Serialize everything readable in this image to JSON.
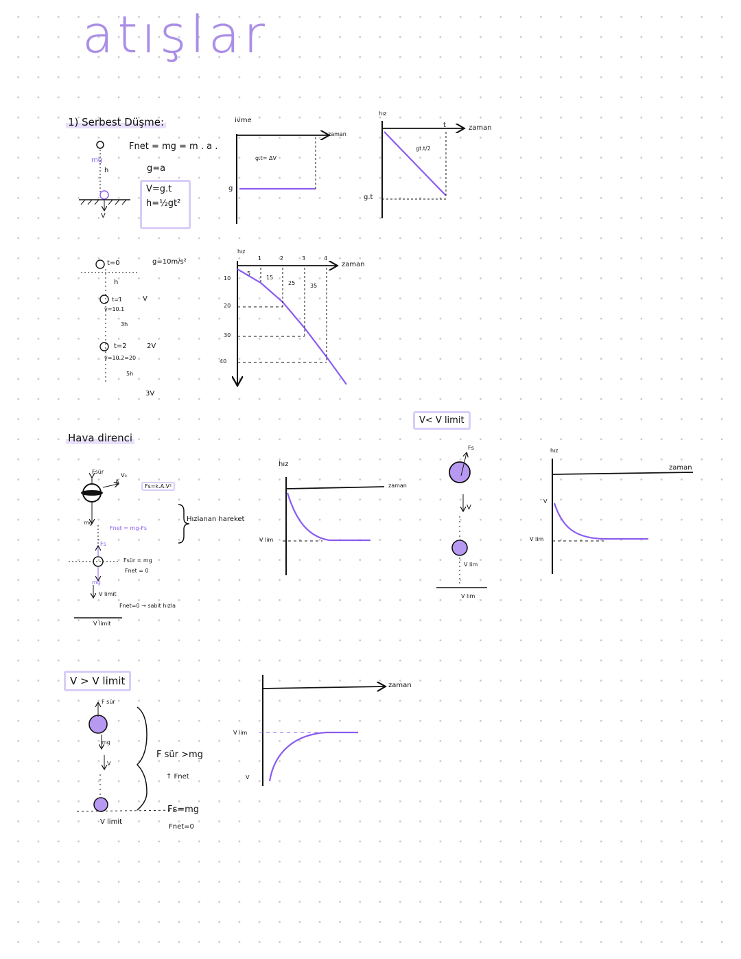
{
  "title": "atışlar",
  "colors": {
    "accent": "#8a5cf0",
    "highlight": "#e9e1fb",
    "box": "#d9cdf7"
  },
  "s1": {
    "heading": "1) Serbest Düşme:",
    "eq_net": "Fnet = mg = m . a .",
    "mg": "mg",
    "h": "h",
    "v": "V",
    "g_eq": "g=a",
    "v_eq": "V=g.t",
    "h_eq": "h=½gt²",
    "graph1": {
      "y": "ivme",
      "x": "zaman",
      "area": "g.t= ΔV",
      "g": "g"
    },
    "graph2": {
      "y": "hız",
      "x": "zaman",
      "t": "t",
      "area": "gt.t/2",
      "gt": "g.t"
    }
  },
  "s2": {
    "g_val": "g=10m/s²",
    "t0": "t=0",
    "h1": "h",
    "t1": "t=1",
    "v1": "V",
    "v1b": "v=10.1",
    "h2": "3h",
    "t2": "t=2",
    "v2": "2V",
    "v2b": "v=10.2=20",
    "h3": "5h",
    "v3": "3V",
    "graph": {
      "y": "hız",
      "x": "zaman",
      "ticks_y": [
        "10",
        "20",
        "30",
        "40"
      ],
      "ticks_x": [
        "1",
        "2",
        "3",
        "4"
      ],
      "areas": [
        "5",
        "15",
        "25",
        "35"
      ]
    }
  },
  "s3": {
    "heading": "Hava direnci",
    "fsur": "Fsür",
    "v0": "V₀",
    "a": "A",
    "fs_eq": "Fs=k.A.V²",
    "mg": "mg",
    "fnet_eq": "Fnet = mg-Fs",
    "fs": "Fs",
    "fsur_eq": "Fsür = mg",
    "fnet0": "Fnet = 0",
    "mg2": "mg",
    "vlimit": "V limit",
    "fnet_const": "Fnet=0 → sabit hızla",
    "vlimit2": "V limit",
    "brace_label": "Hızlanan hareket",
    "graph": {
      "y": "hız",
      "x": "zaman",
      "vlim": "V lim"
    }
  },
  "s4": {
    "box": "V< V limit",
    "fs": "Fs",
    "v": "V",
    "vlim": "V lim",
    "vlim2": "V lim",
    "graph": {
      "y": "hız",
      "x": "zaman",
      "v": "V",
      "vlim": "V lim"
    }
  },
  "s5": {
    "box": "V > V limit",
    "fsur": "F sür",
    "mg": "mg",
    "v": "V",
    "fsur_gt": "F sür >mg",
    "fnet": "↑ Fnet",
    "fs_eq": "Fs=mg",
    "fnet0": "Fnet=0",
    "vlimit": "V limit",
    "graph": {
      "x": "zaman",
      "vlim": "V lim",
      "v": "V"
    }
  }
}
